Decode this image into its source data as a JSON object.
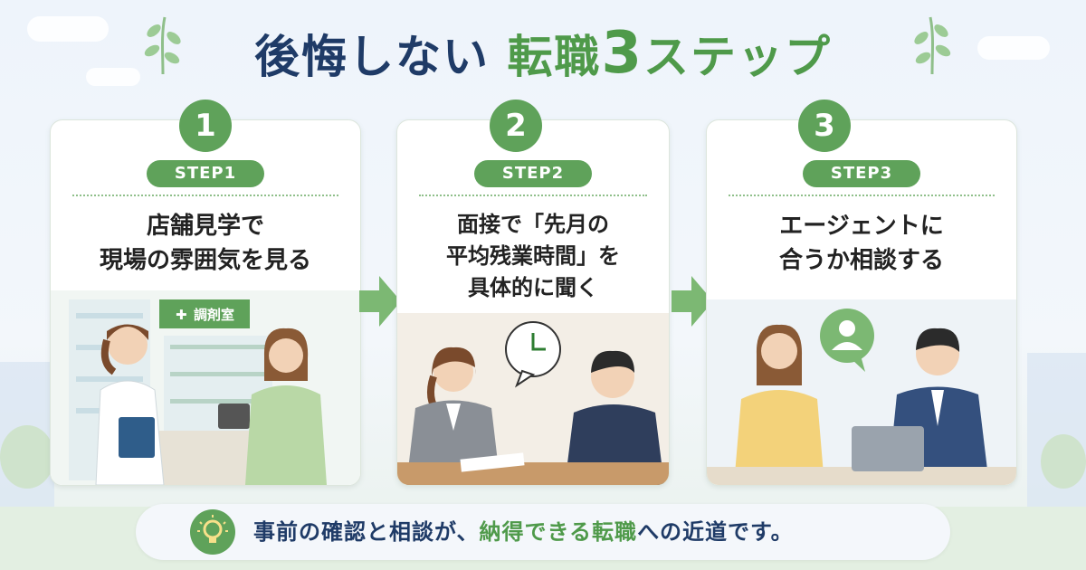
{
  "title": {
    "part1": "後悔しない",
    "part2": "転職",
    "number": "3",
    "part3": "ステップ"
  },
  "steps": [
    {
      "number": "1",
      "label": "STEP1",
      "text_line1": "店舗見学で",
      "text_line2": "現場の雰囲気を見る",
      "text_line3": "",
      "sign": "調剤室"
    },
    {
      "number": "2",
      "label": "STEP2",
      "text_line1": "面接で「先月の",
      "text_line2": "平均残業時間」を",
      "text_line3": "具体的に聞く"
    },
    {
      "number": "3",
      "label": "STEP3",
      "text_line1": "エージェントに",
      "text_line2": "合うか相談する",
      "text_line3": ""
    }
  ],
  "footer": {
    "part1": "事前の確認と相談が、",
    "highlight": "納得できる転職",
    "part2": "への近道です。"
  },
  "colors": {
    "accent_green": "#5fa25a",
    "title_navy": "#1f3b67"
  }
}
